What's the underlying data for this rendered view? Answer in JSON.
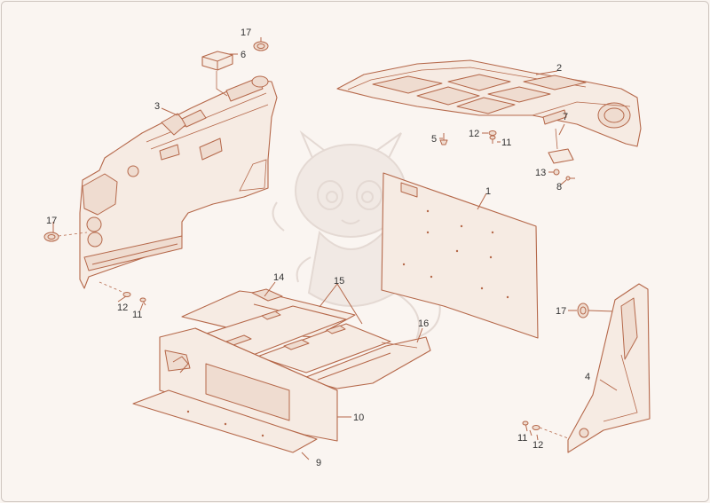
{
  "callouts": [
    {
      "id": "c1",
      "label": "1"
    },
    {
      "id": "c2",
      "label": "2"
    },
    {
      "id": "c3",
      "label": "3"
    },
    {
      "id": "c4",
      "label": "4"
    },
    {
      "id": "c5",
      "label": "5"
    },
    {
      "id": "c6",
      "label": "6"
    },
    {
      "id": "c7",
      "label": "7"
    },
    {
      "id": "c8",
      "label": "8"
    },
    {
      "id": "c9",
      "label": "9"
    },
    {
      "id": "c10",
      "label": "10"
    },
    {
      "id": "c11a",
      "label": "11"
    },
    {
      "id": "c11b",
      "label": "11"
    },
    {
      "id": "c11c",
      "label": "11"
    },
    {
      "id": "c12a",
      "label": "12"
    },
    {
      "id": "c12b",
      "label": "12"
    },
    {
      "id": "c12c",
      "label": "12"
    },
    {
      "id": "c13",
      "label": "13"
    },
    {
      "id": "c14",
      "label": "14"
    },
    {
      "id": "c15",
      "label": "15"
    },
    {
      "id": "c16",
      "label": "16"
    },
    {
      "id": "c17a",
      "label": "17"
    },
    {
      "id": "c17b",
      "label": "17"
    },
    {
      "id": "c17c",
      "label": "17"
    }
  ],
  "colors": {
    "line": "#b5684a",
    "fill": "#f6ebe3",
    "background": "#faf5f1",
    "label": "#333333"
  }
}
